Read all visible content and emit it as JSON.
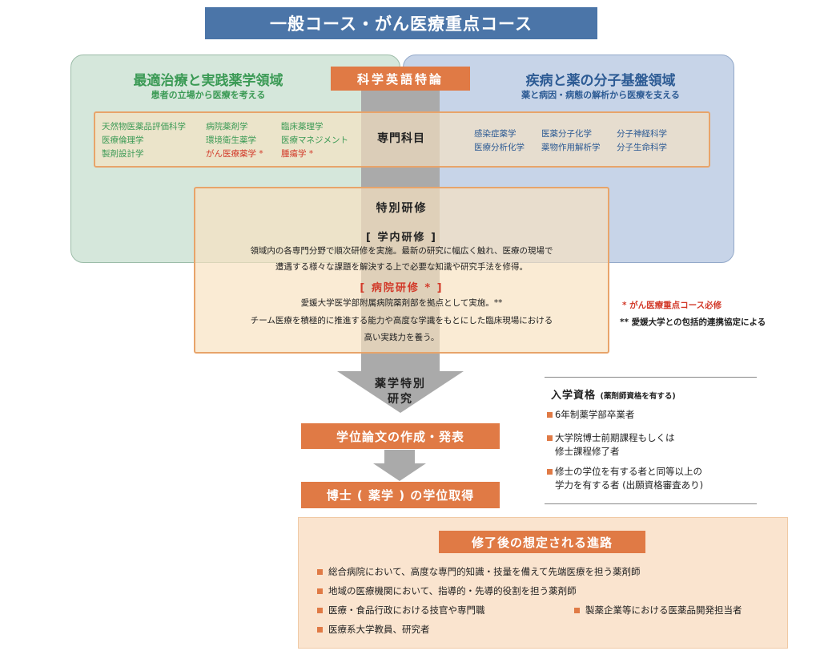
{
  "banner": {
    "title": "一般コース・がん医療重点コース"
  },
  "domains": {
    "left": {
      "title": "最適治療と実践薬学領域",
      "subtitle": "患者の立場から医療を考える"
    },
    "right": {
      "title": "疾病と薬の分子基盤領域",
      "subtitle": "薬と病因・病態の解析から医療を支える"
    }
  },
  "english_course": "科学英語特論",
  "subjects": {
    "label": "専門科目",
    "left": [
      {
        "text": "天然物医薬品評価科学",
        "color": "green"
      },
      {
        "text": "病院薬剤学",
        "color": "green"
      },
      {
        "text": "臨床薬理学",
        "color": "green"
      },
      {
        "text": "医療倫理学",
        "color": "green"
      },
      {
        "text": "環境衛生薬学",
        "color": "green"
      },
      {
        "text": "医療マネジメント",
        "color": "green"
      },
      {
        "text": "製剤設計学",
        "color": "green"
      },
      {
        "text": "がん医療薬学 *",
        "color": "red"
      },
      {
        "text": "腫瘍学 *",
        "color": "red"
      }
    ],
    "right": [
      {
        "text": "感染症薬学"
      },
      {
        "text": "医薬分子化学"
      },
      {
        "text": "分子神経科学"
      },
      {
        "text": "医療分析化学"
      },
      {
        "text": "薬物作用解析学"
      },
      {
        "text": "分子生命科学"
      }
    ]
  },
  "training": {
    "title": "特別研修",
    "campus": {
      "title": "[ 学内研修 ]",
      "lines": [
        "領域内の各専門分野で順次研修を実施。最新の研究に幅広く触れ、医療の現場で",
        "遭遇する様々な課題を解決する上で必要な知識や研究手法を修得。"
      ]
    },
    "hospital": {
      "title": "[ 病院研修 * ]",
      "lines": [
        "愛媛大学医学部附属病院薬剤部を拠点として実施。**",
        "チーム医療を積極的に推進する能力や高度な学識をもとにした臨床現場における",
        "高い実践力を養う。"
      ]
    }
  },
  "notes": {
    "star": "* がん医療重点コース必修",
    "double_star": "** 愛媛大学との包括的連携協定による"
  },
  "research": {
    "line1": "薬学特別",
    "line2": "研究"
  },
  "thesis": "学位論文の作成・発表",
  "degree": "博士 ( 薬学 ) の学位取得",
  "admission": {
    "title": "入学資格",
    "title_note": "(薬剤師資格を有する)",
    "items": [
      {
        "lines": [
          "6年制薬学部卒業者"
        ]
      },
      {
        "lines": [
          "大学院博士前期課程もしくは",
          "修士課程修了者"
        ]
      },
      {
        "lines": [
          "修士の学位を有する者と同等以上の",
          "学力を有する者 (出願資格審査あり)"
        ]
      }
    ]
  },
  "career": {
    "title": "修了後の想定される進路",
    "items": [
      "総合病院において、高度な専門的知識・技量を備えて先端医療を担う薬剤師",
      "地域の医療機関において、指導的・先導的役割を担う薬剤師",
      "医療・食品行政における技官や専門職",
      "製薬企業等における医薬品開発担当者",
      "医療系大学教員、研究者"
    ]
  },
  "colors": {
    "banner": "#4b75a8",
    "orange": "#e07a45",
    "green": "#3b9a55",
    "blue": "#2d5b94",
    "red": "#d23a2a",
    "arrow": "#aaaaaa"
  }
}
